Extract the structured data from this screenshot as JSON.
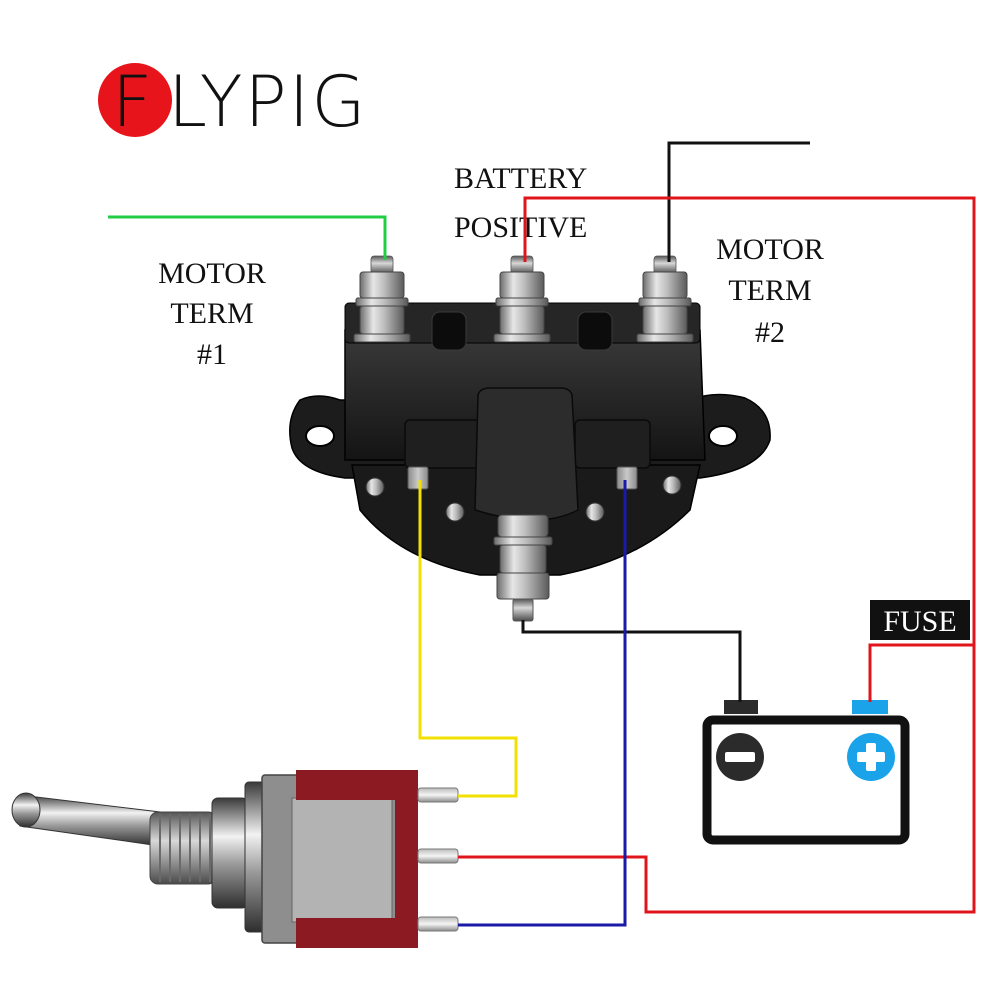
{
  "brand": {
    "first_letter": "F",
    "rest": "LYPIG",
    "dot_color": "#e8141b"
  },
  "labels": {
    "battery_line1": "BATTERY",
    "battery_line2": "POSITIVE",
    "motor1_line1": "MOTOR",
    "motor1_line2": "TERM",
    "motor1_line3": "#1",
    "motor2_line1": "MOTOR",
    "motor2_line2": "TERM",
    "motor2_line3": "#2",
    "fuse": "FUSE"
  },
  "battery": {
    "negative_icon": "minus-circle-icon",
    "positive_icon": "plus-circle-icon",
    "negative_color": "#2b2b2b",
    "positive_color": "#1aa3e8"
  },
  "wire_colors": {
    "green": "#22cc44",
    "red": "#e0141b",
    "black": "#111111",
    "yellow": "#f2e000",
    "blue": "#1a1aa8"
  }
}
